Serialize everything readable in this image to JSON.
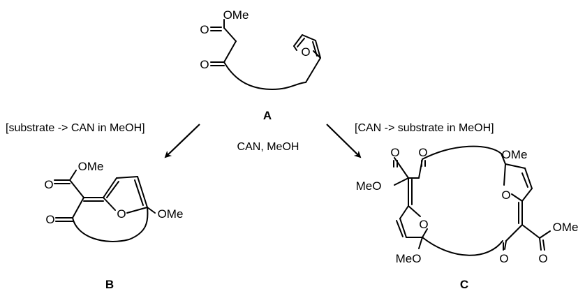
{
  "compounds": {
    "A": {
      "label": "A",
      "atoms": {
        "ester_ome": "OMe",
        "ester_o": "O",
        "ketone_o": "O",
        "furan_o": "O"
      }
    },
    "B": {
      "label": "B",
      "atoms": {
        "ester_ome": "OMe",
        "ester_o": "O",
        "ketone_o": "O",
        "ring_o": "O",
        "acetal_ome": "OMe"
      }
    },
    "C": {
      "label": "C",
      "atoms": {
        "top_ome": "OMe",
        "top_ketone_o": "O",
        "top_ring_o": "O",
        "left_ester_meo": "MeO",
        "left_ester_o": "O",
        "bottom_ring_o": "O",
        "bottom_meo": "MeO",
        "right_ester_ome": "OMe",
        "right_ketone_o": "O",
        "right_ester_o": "O"
      }
    }
  },
  "conditions": {
    "left": "[substrate -> CAN in MeOH]",
    "center": "CAN, MeOH",
    "right": "[CAN -> substrate in MeOH]"
  }
}
